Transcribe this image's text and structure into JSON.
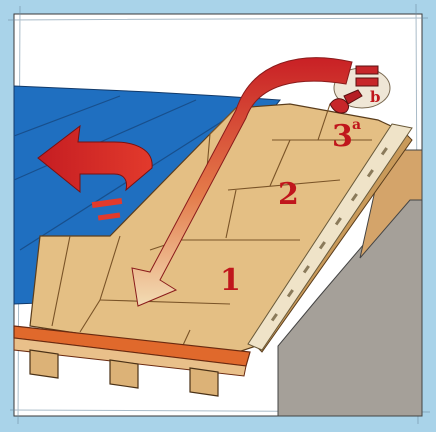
{
  "illustration": {
    "subject": "roof-panel-installation",
    "labels": {
      "step1": "1",
      "step2": "2",
      "step3": "3",
      "step3_sup": "a",
      "detail_b": "b"
    },
    "colors": {
      "background_frame": "#a9d3e9",
      "sky": "#ffffff",
      "underlay": "#1f6fc0",
      "panel": "#e4bf84",
      "panel_shadow": "#c99a5a",
      "fascia": "#e0692c",
      "wall": "#a09a92",
      "timber": "#dcb277",
      "arrow_red": "#c92025",
      "arrow_fade": "#f2d3a6",
      "label_red": "#c0161c"
    },
    "icons": [
      "curved-arrow-icon",
      "left-arrow-icon",
      "nail-gun-icon"
    ]
  }
}
